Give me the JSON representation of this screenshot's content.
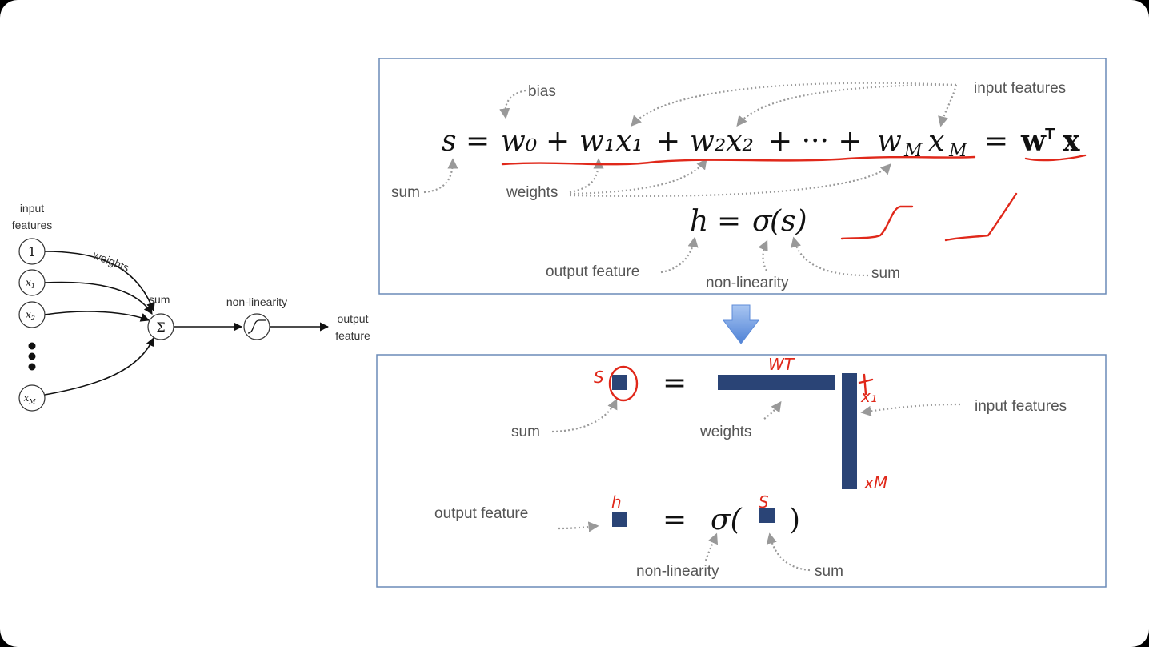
{
  "left_network": {
    "input_features_label_1": "input",
    "input_features_label_2": "features",
    "weights_label": "weights",
    "sum_label": "sum",
    "nonlinearity_label": "non-linearity",
    "output_feature_label_1": "output",
    "output_feature_label_2": "feature",
    "inputs": [
      "1",
      "x1",
      "x2",
      "xM"
    ],
    "sum_symbol": "Σ"
  },
  "top_box": {
    "bias_label": "bias",
    "input_features_label": "input features",
    "sum_label": "sum",
    "weights_label": "weights",
    "equation": {
      "s": "s",
      "eq": "=",
      "terms": [
        "w₀",
        "+",
        "w₁x₁",
        "+",
        "w₂x₂",
        "+ ··· +",
        "w",
        "x",
        "="
      ],
      "w_sub_M": "M",
      "x_sub_M": "M",
      "wtx_w": "w",
      "wtx_T": "T",
      "wtx_x": "x"
    },
    "activation": {
      "h": "h",
      "eq": "=",
      "sigma": "σ",
      "arg": "(s)"
    },
    "output_feature_label": "output feature",
    "nonlinearity_label": "non-linearity",
    "sum_label_2": "sum"
  },
  "bottom_box": {
    "sum_label": "sum",
    "eq1": "=",
    "weights_label": "weights",
    "input_features_label": "input features",
    "output_feature_label": "output feature",
    "eq2": "=",
    "sigma_open": "σ(",
    "close_paren": ")",
    "nonlinearity_label": "non-linearity",
    "sum_label_2": "sum"
  },
  "handwriting": {
    "s1": "S",
    "wt": "WT",
    "x1": "x₁",
    "xm": "xM",
    "h": "h",
    "s2": "S"
  },
  "colors": {
    "box_border": "#6b8bb8",
    "matrix_fill": "#2a4476",
    "ink_red": "#e0281a",
    "arrow_blue": "#6f9de0",
    "label_gray": "#555555"
  }
}
